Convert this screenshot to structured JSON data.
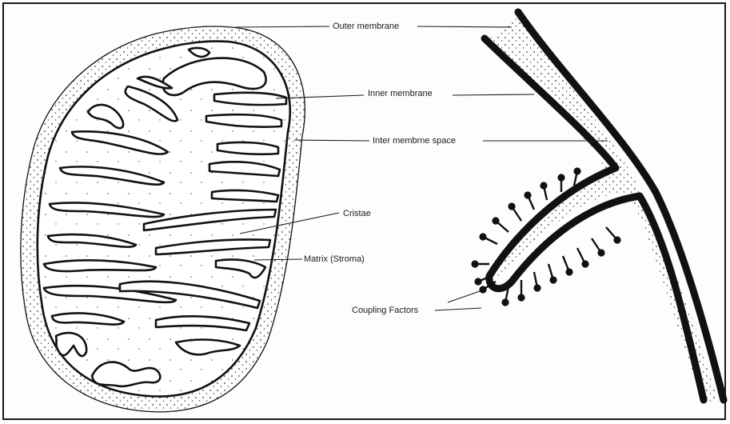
{
  "labels": {
    "outer_membrane": "Outer membrane",
    "inner_membrane": "Inner membrane",
    "inter_membrane_space": "Inter membrne space",
    "cristae": "Cristae",
    "matrix": "Matrix (Stroma)",
    "coupling_factors": "Coupling Factors"
  },
  "colors": {
    "ink": "#111111",
    "paper": "#fdfdfb",
    "stipple": "#3a3a3a"
  }
}
